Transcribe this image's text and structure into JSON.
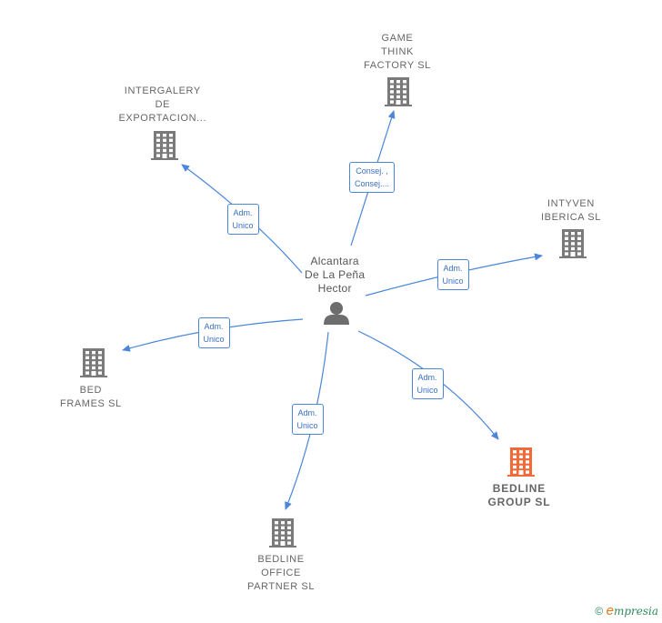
{
  "center": {
    "lines": [
      "Alcantara",
      "De La Peña",
      "Hector"
    ],
    "icon": "person-icon"
  },
  "companies": [
    {
      "id": "game-think",
      "lines": [
        "GAME",
        "THINK",
        "FACTORY  SL"
      ],
      "highlight": false
    },
    {
      "id": "intergalery",
      "lines": [
        "INTERGALERY",
        "DE",
        "EXPORTACION..."
      ],
      "highlight": false
    },
    {
      "id": "intyven",
      "lines": [
        "INTYVEN",
        "IBERICA  SL"
      ],
      "highlight": false
    },
    {
      "id": "bed-frames",
      "lines": [
        "BED",
        "FRAMES  SL"
      ],
      "highlight": false
    },
    {
      "id": "bedline-group",
      "lines": [
        "BEDLINE",
        "GROUP  SL"
      ],
      "highlight": true
    },
    {
      "id": "bedline-office",
      "lines": [
        "BEDLINE",
        "OFFICE",
        "PARTNER  SL"
      ],
      "highlight": false
    }
  ],
  "relations": [
    {
      "to": "game-think",
      "lines": [
        "Consej. ,",
        "Consej...."
      ]
    },
    {
      "to": "intergalery",
      "lines": [
        "Adm.",
        "Unico"
      ]
    },
    {
      "to": "intyven",
      "lines": [
        "Adm.",
        "Unico"
      ]
    },
    {
      "to": "bed-frames",
      "lines": [
        "Adm.",
        "Unico"
      ]
    },
    {
      "to": "bedline-group",
      "lines": [
        "Adm.",
        "Unico"
      ]
    },
    {
      "to": "bedline-office",
      "lines": [
        "Adm.",
        "Unico"
      ]
    }
  ],
  "colors": {
    "edge": "#4a86d9",
    "building": "#7a7a7a",
    "building_highlight": "#f26a3a",
    "person": "#6d6d6d"
  },
  "footer": {
    "copyright": "©",
    "brand_first": "e",
    "brand_rest": "mpresia"
  }
}
